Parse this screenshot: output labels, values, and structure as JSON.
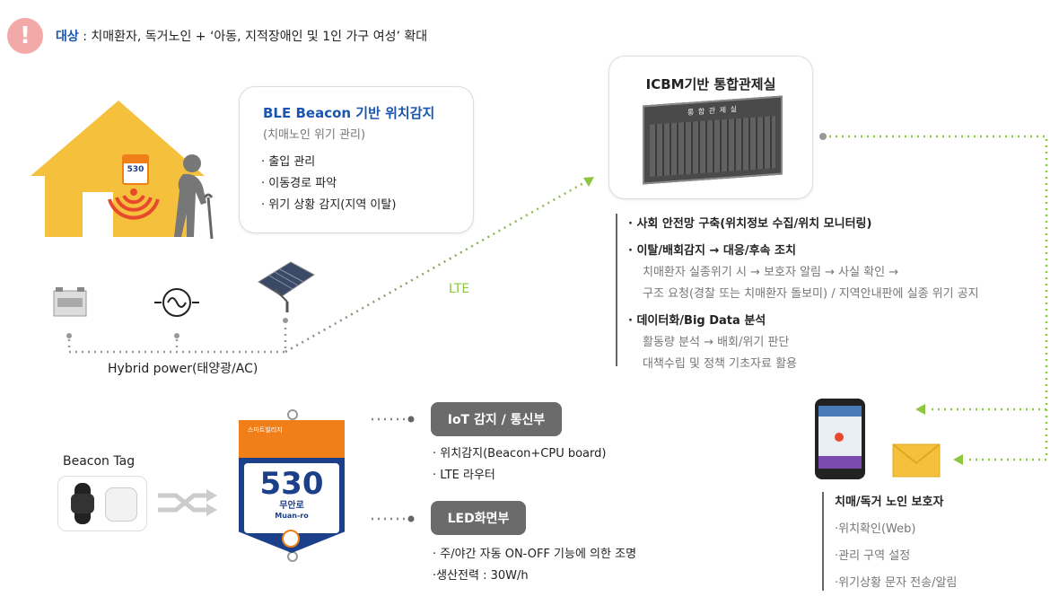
{
  "notice": {
    "label": "대상",
    "text": " : 치매환자, 독거노인 + ‘아동, 지적장애인 및 1인 가구 여성’ 확대"
  },
  "ble_box": {
    "title": "BLE Beacon 기반 위치감지",
    "subtitle": "(치매노인 위기 관리)",
    "items": [
      "· 출입 관리",
      "· 이동경로 파악",
      "· 위기 상황 감지(지역 이탈)"
    ]
  },
  "house_badge": "530",
  "power": {
    "label": "Hybrid power(태양광/AC)"
  },
  "lte_label": "LTE",
  "control": {
    "title": "ICBM기반 통합관제실",
    "screen_text": "통 합 관 제 실"
  },
  "features": [
    {
      "title": "· 사회 안전망 구축(위치정보 수집/위치 모니터링)",
      "lines": []
    },
    {
      "title": "· 이탈/배회감지 → 대응/후속 조치",
      "lines": [
        "치매환자 실종위기 시 → 보호자 알림 → 사실 확인 →",
        "구조 요청(경찰 또는 치매환자 돌보미) / 지역안내판에 실종 위기 공지"
      ]
    },
    {
      "title": "· 데이터화/Big Data 분석",
      "lines": [
        "활동량 분석 → 배회/위기 판단",
        "대책수립 및 정책 기초자료 활용"
      ]
    }
  ],
  "beacon_tag": {
    "label": "Beacon Tag"
  },
  "sign": {
    "header": "스마트빌리지",
    "number": "530",
    "street": "무안로",
    "street_en": "Muan-ro"
  },
  "iot": {
    "label": "IoT 감지 / 통신부",
    "items": [
      "· 위치감지(Beacon+CPU board)",
      "· LTE 라우터"
    ]
  },
  "led": {
    "label": "LED화면부",
    "items": [
      "· 주/야간 자동 ON-OFF 기능에 의한 조명",
      "·생산전력 : 30W/h"
    ]
  },
  "guardian": {
    "title": "치매/독거 노인 보호자",
    "items": [
      "·위치확인(Web)",
      "·관리 구역 설정",
      "·위기상황 문자 전송/알림"
    ]
  },
  "colors": {
    "accent_blue": "#1a56b0",
    "alert_pink": "#f2a0a0",
    "house_yellow": "#f5c13c",
    "signal_red": "#e8492c",
    "dot_green": "#8dc63f",
    "sign_orange": "#f07f1a",
    "sign_navy": "#1c3f8a",
    "pill_gray": "#6b6b6b"
  }
}
